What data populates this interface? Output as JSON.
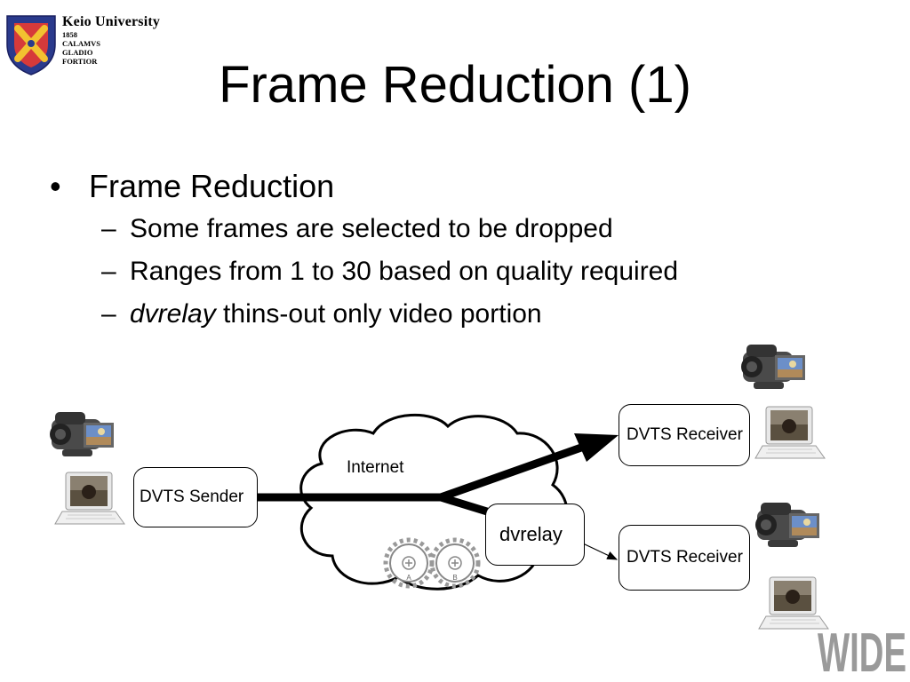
{
  "logo": {
    "name": "Keio University",
    "lines": [
      "1858",
      "CALAMVS",
      "GLADIO",
      "FORTIOR"
    ]
  },
  "title": "Frame Reduction (1)",
  "bullets": {
    "main": "Frame Reduction",
    "subs": [
      {
        "text": "Some frames are selected to be dropped"
      },
      {
        "text": "Ranges from 1 to 30 based on quality required"
      },
      {
        "italic": "dvrelay",
        "text": " thins-out only video portion"
      }
    ]
  },
  "diagram": {
    "cloud_label": "Internet",
    "sender": "DVTS Sender",
    "relay": "dvrelay",
    "receiver_top": "DVTS Receiver",
    "receiver_bottom": "DVTS Receiver",
    "gear_labels": [
      "A",
      "B"
    ]
  },
  "wide_logo": "WIDE"
}
